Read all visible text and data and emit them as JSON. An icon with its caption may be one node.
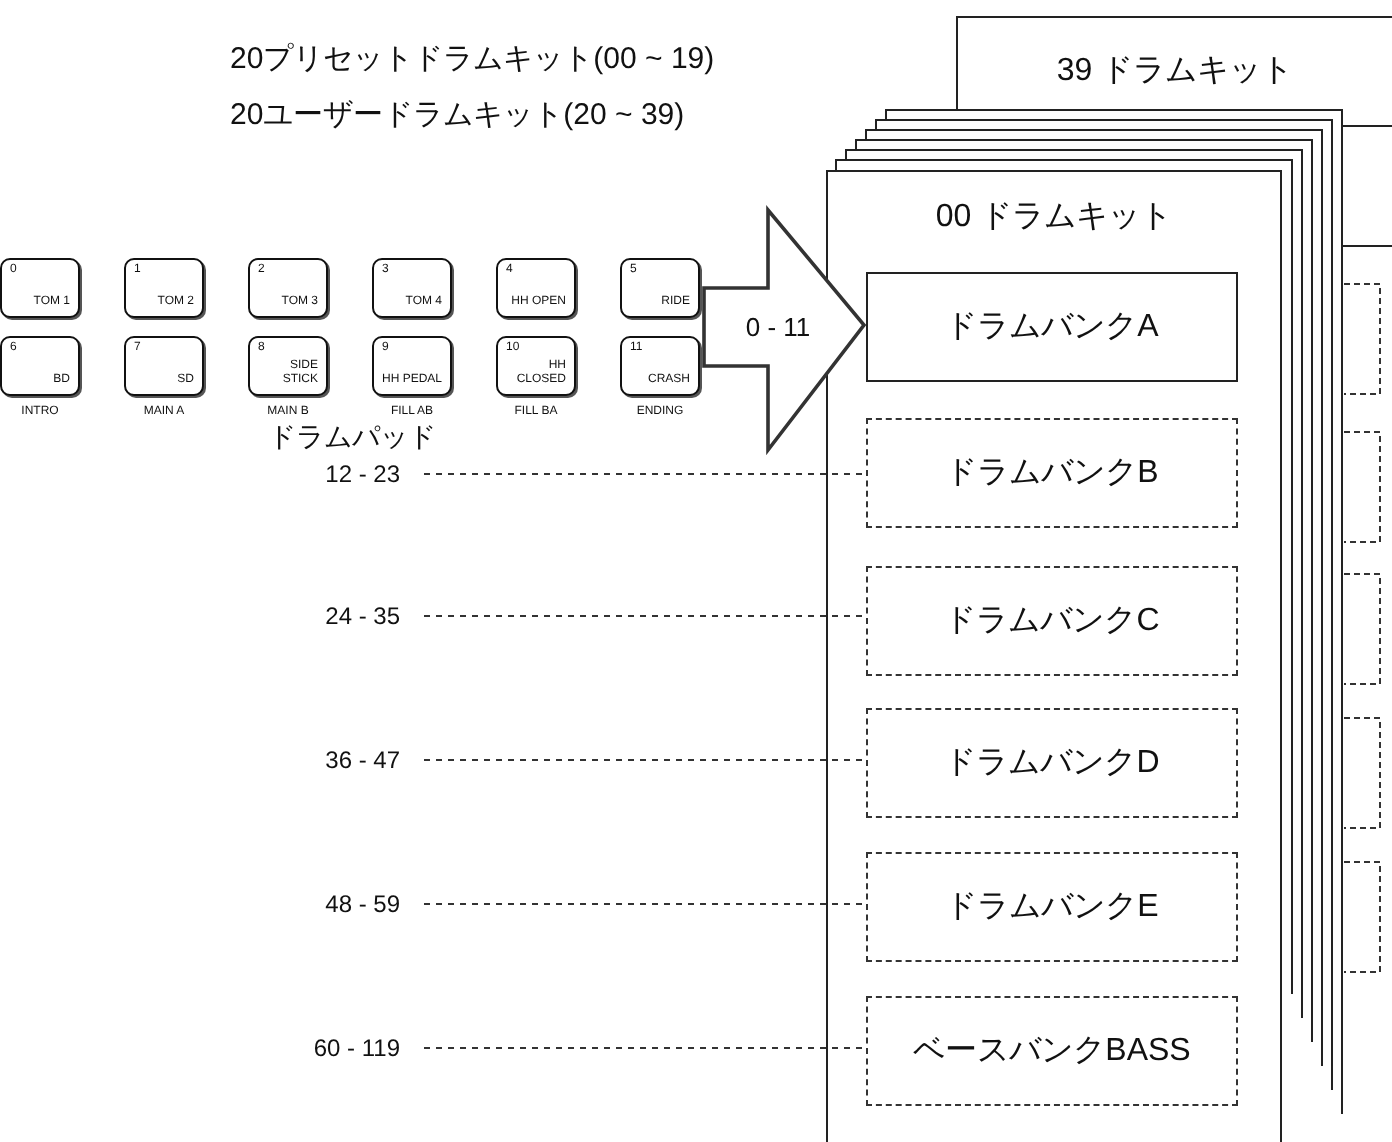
{
  "diagram": {
    "nodes": [
      {
        "text": [
          "39 ドラムキット"
        ]
      },
      {
        "text": [
          "00 ドラムキット"
        ]
      },
      {
        "text": [
          "ドラムバンクA"
        ],
        "in": 1
      },
      {
        "text": [
          "ドラムバンクB"
        ],
        "in": 1
      },
      {
        "text": [
          "ドラムバンクC"
        ],
        "in": 1
      },
      {
        "text": [
          "ドラムバンクD"
        ],
        "in": 1
      },
      {
        "text": [
          "ドラムバンクE"
        ],
        "in": 1
      },
      {
        "text": [
          "ベースバンクBASS"
        ],
        "in": 1
      },
      {
        "text": [
          "ドラムパッド"
        ]
      },
      {
        "text": [
          "0",
          "TOM 1"
        ],
        "in": 8
      },
      {
        "text": [
          "1",
          "TOM 2"
        ],
        "in": 8
      },
      {
        "text": [
          "2",
          "TOM 3"
        ],
        "in": 8
      },
      {
        "text": [
          "3",
          "TOM 4"
        ],
        "in": 8
      },
      {
        "text": [
          "4",
          "HH OPEN"
        ],
        "in": 8
      },
      {
        "text": [
          "5",
          "RIDE"
        ],
        "in": 8
      },
      {
        "text": [
          "6",
          "BD"
        ],
        "in": 8,
        "beside": [
          "INTRO"
        ]
      },
      {
        "text": [
          "7",
          "SD"
        ],
        "in": 8,
        "beside": [
          "MAIN A"
        ]
      },
      {
        "text": [
          "8",
          "SIDE STICK"
        ],
        "in": 8,
        "beside": [
          "MAIN B"
        ]
      },
      {
        "text": [
          "9",
          "HH PEDAL"
        ],
        "in": 8,
        "beside": [
          "FILL AB"
        ]
      },
      {
        "text": [
          "10",
          "HH CLOSED"
        ],
        "in": 8,
        "beside": [
          "FILL BA"
        ]
      },
      {
        "text": [
          "11",
          "CRASH"
        ],
        "in": 8,
        "beside": [
          "ENDING"
        ]
      },
      {
        "text": [
          "12 - 23"
        ]
      },
      {
        "text": [
          "24 - 35"
        ]
      },
      {
        "text": [
          "36 - 47"
        ]
      },
      {
        "text": [
          "48 - 59"
        ]
      },
      {
        "text": [
          "60 - 119"
        ]
      }
    ],
    "edges": [
      {
        "from": 8,
        "to": 2,
        "arrow": "to",
        "label": "0 - 11",
        "style": "thick"
      },
      {
        "from": 21,
        "to": 3,
        "arrow": "none",
        "style": "dashed"
      },
      {
        "from": 22,
        "to": 4,
        "arrow": "none",
        "style": "dashed"
      },
      {
        "from": 23,
        "to": 5,
        "arrow": "none",
        "style": "dashed"
      },
      {
        "from": 24,
        "to": 6,
        "arrow": "none",
        "style": "dashed"
      },
      {
        "from": 25,
        "to": 7,
        "arrow": "none",
        "style": "dashed"
      }
    ],
    "labels": [
      "20プリセットドラムキット(00 ~ 19)",
      "20ユーザードラムキット(20 ~ 39)"
    ]
  }
}
